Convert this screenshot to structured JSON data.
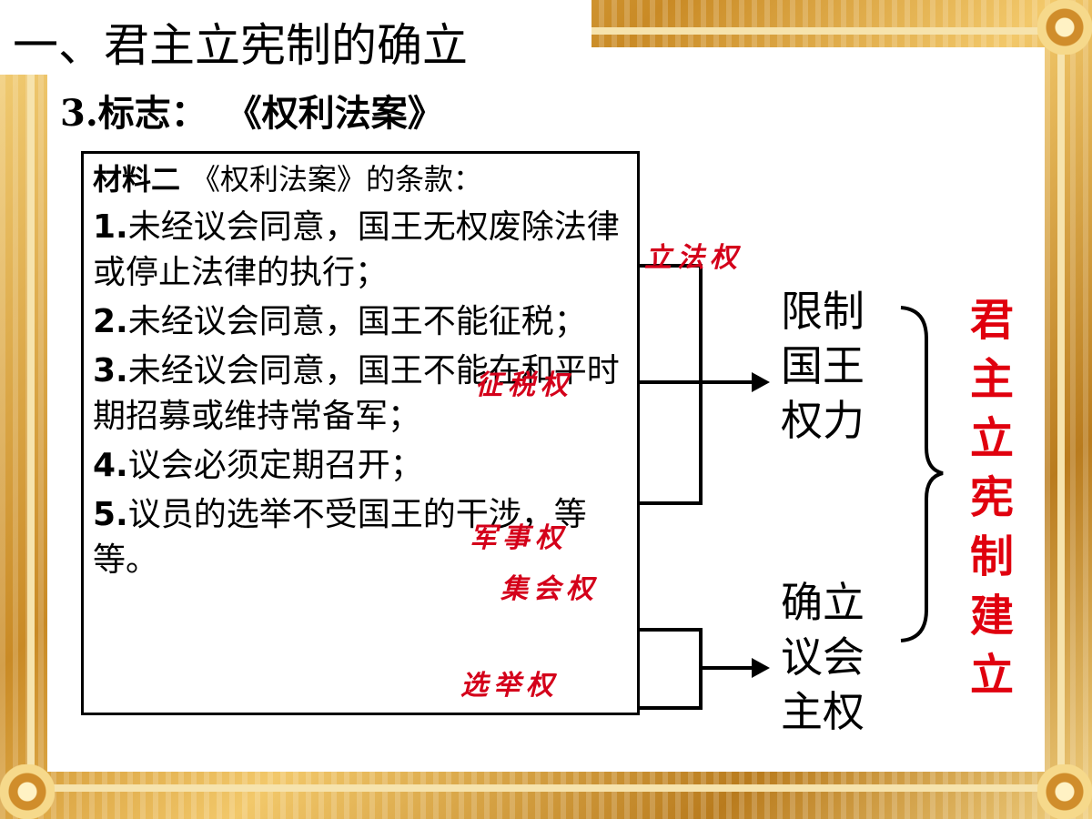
{
  "title": "一、君主立宪制的确立",
  "subtitle": {
    "number": "3.",
    "label": "标志：",
    "book": "《权利法案》"
  },
  "material": {
    "heading_bold": "材料二",
    "heading": "《权利法案》的条款：",
    "clauses": [
      {
        "num": "1.",
        "text": "未经议会同意，国王无权废除法律或停止法律的执行；"
      },
      {
        "num": "2.",
        "text": "未经议会同意，国王不能征税；"
      },
      {
        "num": "3.",
        "text": "未经议会同意，国王不能在和平时期招募或维持常备军；"
      },
      {
        "num": "4.",
        "text": "议会必须定期召开；"
      },
      {
        "num": "5.",
        "text": "议员的选举不受国王的干涉，等等。"
      }
    ]
  },
  "annotations": [
    "立法权",
    "征税权",
    "军事权",
    "集会权",
    "选举权"
  ],
  "results": {
    "limit_king": "限制国王权力",
    "parliament_sovereignty": "确立议会主权"
  },
  "conclusion": "君主立宪制建立",
  "colors": {
    "annotation": "#d4001a",
    "conclusion": "#e0000e",
    "frame_gold": "#d9a63c"
  }
}
